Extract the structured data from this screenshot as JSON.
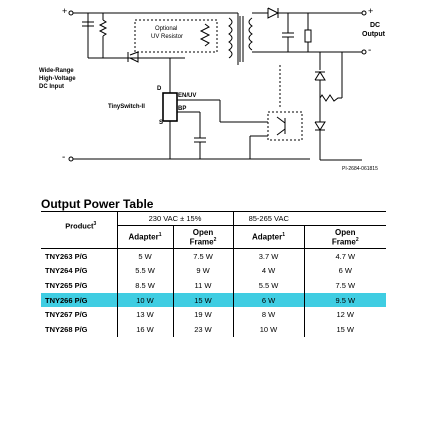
{
  "schematic": {
    "optional_label": "Optional",
    "uv_resistor_label": "UV Resistor",
    "input_label": "Wide-Range",
    "input_label2": "High-Voltage",
    "input_label3": "DC Input",
    "chip_label": "TinySwitch-II",
    "pin_d": "D",
    "pin_en": "EN/UV",
    "pin_bp": "BP",
    "pin_s": "S",
    "output_label": "DC",
    "output_label2": "Output",
    "plus": "+",
    "minus": "-",
    "ref_code": "PI-2684-061815"
  },
  "table": {
    "title": "Output Power Table",
    "group_230": "230 VAC ± 15%",
    "group_85": "85-265 VAC",
    "product_header": "Product",
    "product_sup": "3",
    "adapter_header": "Adapter",
    "adapter_sup": "1",
    "open_header": "Open",
    "frame_header": "Frame",
    "frame_sup": "2",
    "rows": [
      {
        "product": "TNY263 P/G",
        "a230": "5 W",
        "o230": "7.5 W",
        "a85": "3.7 W",
        "o85": "4.7 W"
      },
      {
        "product": "TNY264 P/G",
        "a230": "5.5 W",
        "o230": "9 W",
        "a85": "4 W",
        "o85": "6 W"
      },
      {
        "product": "TNY265 P/G",
        "a230": "8.5 W",
        "o230": "11 W",
        "a85": "5.5 W",
        "o85": "7.5 W"
      },
      {
        "product": "TNY266 P/G",
        "a230": "10 W",
        "o230": "15 W",
        "a85": "6 W",
        "o85": "9.5 W"
      },
      {
        "product": "TNY267 P/G",
        "a230": "13 W",
        "o230": "19 W",
        "a85": "8 W",
        "o85": "12 W"
      },
      {
        "product": "TNY268 P/G",
        "a230": "16 W",
        "o230": "23 W",
        "a85": "10 W",
        "o85": "15 W"
      }
    ],
    "highlight_color": "#3fcde2"
  }
}
